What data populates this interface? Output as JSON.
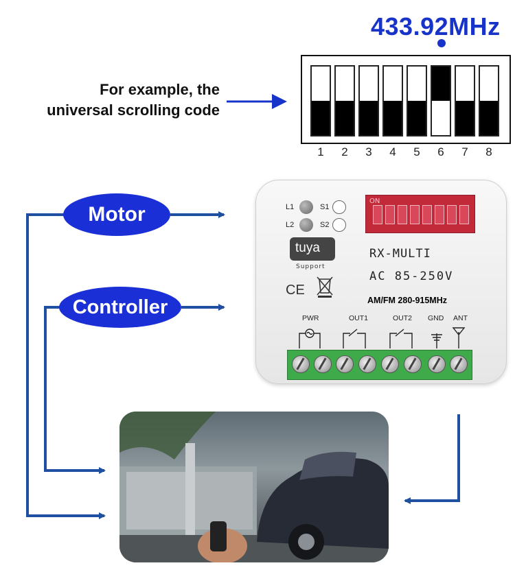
{
  "frequency": "433.92MHz",
  "example_text_line1": "For example, the",
  "example_text_line2": "universal scrolling code",
  "dip_switch": {
    "numbers": [
      "1",
      "2",
      "3",
      "4",
      "5",
      "6",
      "7",
      "8"
    ],
    "states": [
      "down-black",
      "down-black",
      "down-black",
      "down-black",
      "down-black",
      "up-black",
      "down-black",
      "down-black"
    ]
  },
  "labels": {
    "motor": "Motor",
    "controller": "Controller"
  },
  "module": {
    "led_l1": "L1",
    "led_l2": "L2",
    "btn_s1": "S1",
    "btn_s2": "S2",
    "tuya": "tuya",
    "tuya_support": "Support",
    "model": "RX-MULTI",
    "voltage": "AC 85-250V",
    "band": "AM/FM 280-915MHz",
    "ce_mark": "CE",
    "dip_on": "ON",
    "terminals": [
      "PWR",
      "OUT1",
      "OUT2",
      "GND",
      "ANT"
    ]
  },
  "colors": {
    "accent_blue": "#1a2fd6",
    "arrow_blue": "#1f4fa0",
    "terminal_green": "#3faa4a",
    "dip_red": "#c22a3a"
  }
}
